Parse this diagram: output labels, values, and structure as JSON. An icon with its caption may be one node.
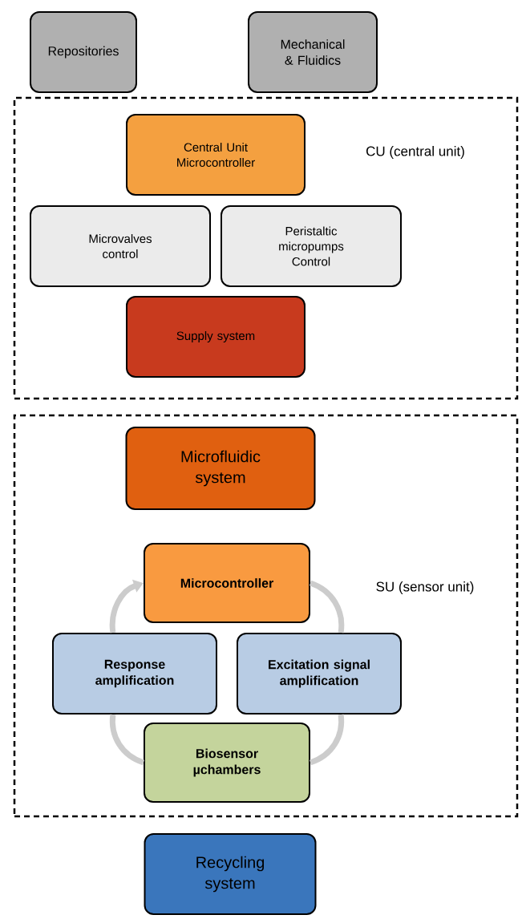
{
  "diagram": {
    "nodes": [
      {
        "text": [
          "Repositories"
        ]
      },
      {
        "text": [
          "Mechanical & Fluidics"
        ]
      },
      {
        "text": [
          "CU (central unit)"
        ]
      },
      {
        "text": [
          "Central Unit Microcontroller"
        ],
        "in": 2
      },
      {
        "text": [
          "Microvalves control"
        ],
        "in": 2
      },
      {
        "text": [
          "Peristaltic micropumps Control"
        ],
        "in": 2
      },
      {
        "text": [
          "Supply system"
        ],
        "in": 2
      },
      {
        "text": [
          "SU (sensor unit)"
        ]
      },
      {
        "text": [
          "Microfluidic system"
        ],
        "in": 7
      },
      {
        "text": [
          "Microcontroller"
        ],
        "in": 7
      },
      {
        "text": [
          "Response amplification"
        ],
        "in": 7
      },
      {
        "text": [
          "Excitation signal amplification"
        ],
        "in": 7
      },
      {
        "text": [
          "Biosensor µchambers"
        ],
        "in": 7
      },
      {
        "text": [
          "Recycling system"
        ]
      }
    ],
    "edges": [
      {
        "from": 10,
        "to": 9,
        "arrow": "to"
      },
      {
        "from": 9,
        "to": 11,
        "arrow": "none"
      },
      {
        "from": 11,
        "to": 12,
        "arrow": "none"
      },
      {
        "from": 12,
        "to": 10,
        "arrow": "none"
      }
    ]
  }
}
